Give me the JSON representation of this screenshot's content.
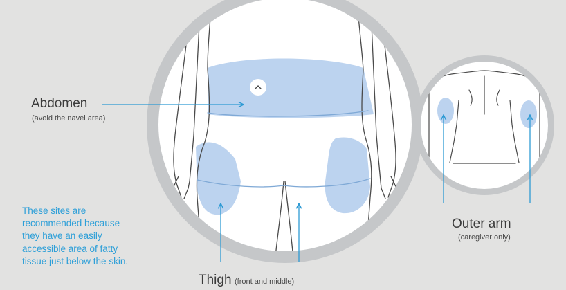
{
  "labels": {
    "abdomen": {
      "title": "Abdomen",
      "note": "(avoid the navel area)"
    },
    "thigh": {
      "title": "Thigh",
      "note": "(front and middle)"
    },
    "outer_arm": {
      "title": "Outer arm",
      "note": "(caregiver only)"
    }
  },
  "recommendation_text": "These sites are recommended because they have an easily accessible area of fatty tissue just below the skin.",
  "colors": {
    "background": "#e2e2e1",
    "ring": "#c5c7c9",
    "inner_circle": "#ffffff",
    "injection_area": "#bcd3ef",
    "arrow": "#2e9ad4",
    "outline": "#4a4a4a",
    "note_text": "#2d9fd8"
  },
  "icons": {
    "navel_marker": "chevron-up-icon"
  }
}
